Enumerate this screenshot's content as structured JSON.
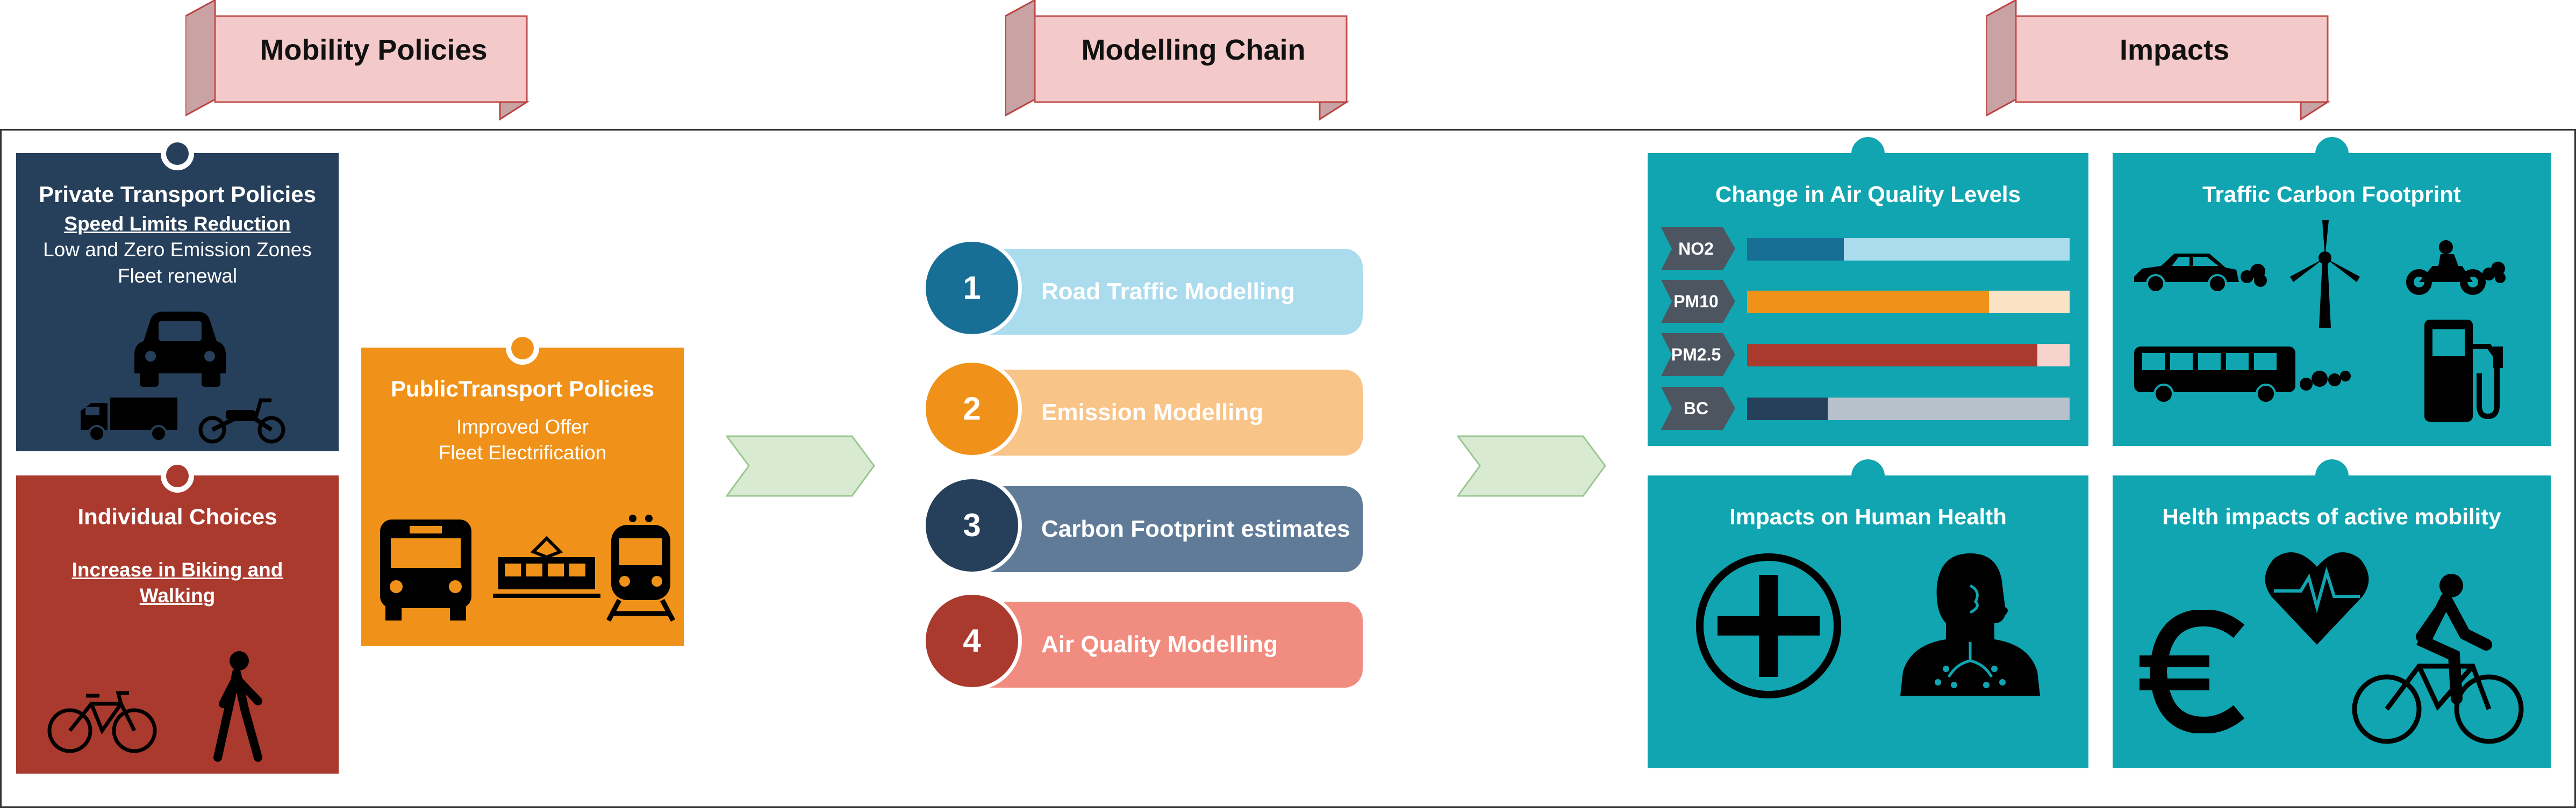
{
  "banners": {
    "mobility": "Mobility Policies",
    "modelling": "Modelling Chain",
    "impacts": "Impacts"
  },
  "colors": {
    "navy": "#263f5a",
    "red": "#aa3a2e",
    "orange": "#f09219",
    "teal": "#10a5b0",
    "banner_pink": "#f4c9c9",
    "chevron_green": "#d9ead3"
  },
  "panels": {
    "private": {
      "title": "Private Transport Policies",
      "link": "Speed Limits Reduction",
      "line1": "Low and Zero Emission Zones",
      "line2": "Fleet renewal",
      "icons": [
        "car-icon",
        "truck-icon",
        "scooter-icon"
      ]
    },
    "individual": {
      "title": "Individual Choices",
      "link_line1": "Increase in Biking and",
      "link_line2": "Walking",
      "icons": [
        "bicycle-icon",
        "pedestrian-icon"
      ]
    },
    "public": {
      "title": "PublicTransport Policies",
      "line1": "Improved Offer",
      "line2": "Fleet Electrification",
      "icons": [
        "bus-icon",
        "tram-icon",
        "train-icon"
      ]
    }
  },
  "steps": [
    {
      "num": "1",
      "label": "Road Traffic Modelling",
      "circle": "#176f96",
      "pill": "#abdcee"
    },
    {
      "num": "2",
      "label": "Emission Modelling",
      "circle": "#f09219",
      "pill": "#f8c487"
    },
    {
      "num": "3",
      "label": "Carbon Footprint estimates",
      "circle": "#263f5a",
      "pill": "#5f7b98"
    },
    {
      "num": "4",
      "label": "Air Quality Modelling",
      "circle": "#aa3a2e",
      "pill": "#f18d80"
    }
  ],
  "impacts": {
    "air_quality": {
      "title": "Change in Air Quality Levels",
      "rows": [
        {
          "label": "NO2",
          "level": 0.3,
          "fill": "#176f96",
          "track": "#abdcee"
        },
        {
          "label": "PM10",
          "level": 0.75,
          "fill": "#f09219",
          "track": "#f9e3c4"
        },
        {
          "label": "PM2.5",
          "level": 0.9,
          "fill": "#aa3a2e",
          "track": "#f6d3cc"
        },
        {
          "label": "BC",
          "level": 0.25,
          "fill": "#263f5a",
          "track": "#b7c1cc"
        }
      ]
    },
    "carbon": {
      "title": "Traffic Carbon Footprint",
      "icons": [
        "car-exhaust-icon",
        "wind-turbine-icon",
        "motorbike-icon",
        "bus-exhaust-icon",
        "fuel-pump-icon"
      ]
    },
    "health": {
      "title": "Impacts on Human Health",
      "icons": [
        "medical-cross-icon",
        "lungs-icon"
      ]
    },
    "active": {
      "title": "Helth impacts of active mobility",
      "icons": [
        "euro-icon",
        "heartbeat-icon",
        "cyclist-icon"
      ]
    }
  }
}
